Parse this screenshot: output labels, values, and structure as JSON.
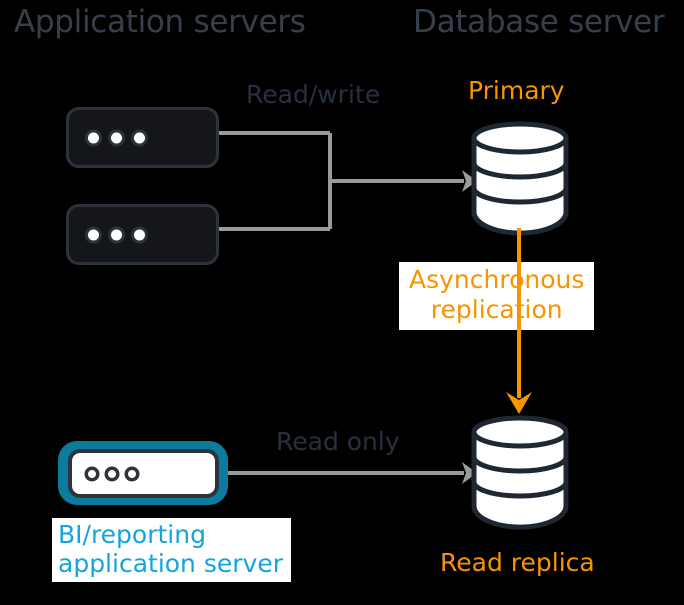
{
  "diagram": {
    "title": "Database read replica architecture",
    "background": "#000000",
    "colors": {
      "header_text": "#36404B",
      "orange": "#F79400",
      "cyan": "#13A5DC",
      "teal_ring": "#0B7C9E",
      "slate_text": "#28303E",
      "gray_connector": "#9A9A9A",
      "db_outline": "#1F2733",
      "db_fill": "#FFFFFF",
      "server_fill": "#14161C",
      "server_border": "#2E333B"
    },
    "headers": {
      "application_servers": "Application servers",
      "database_server": "Database server"
    },
    "nodes": {
      "primary_label": "Primary",
      "read_replica_label": "Read replica",
      "bi_caption": "BI/reporting\napplication server"
    },
    "connections": {
      "read_write": "Read/write",
      "read_only": "Read only",
      "async_replication": "Asynchronous\nreplication"
    }
  }
}
